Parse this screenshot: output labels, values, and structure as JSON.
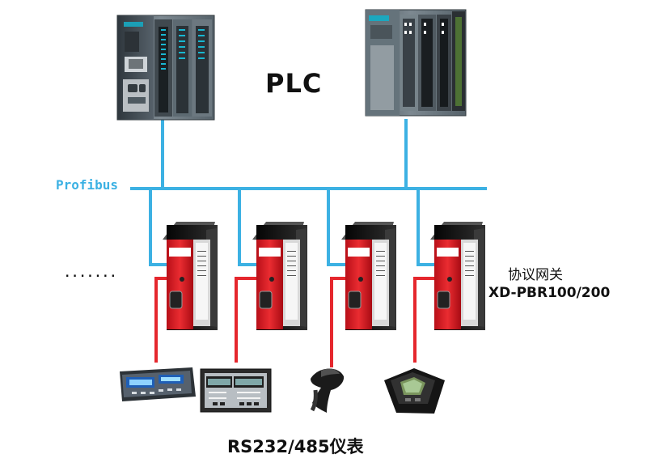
{
  "labels": {
    "plc": "PLC",
    "bus": "Profibus",
    "ellipsis": ".......",
    "gateway_title": "协议网关",
    "gateway_model": "XD-PBR100/200",
    "instruments": "RS232/485仪表"
  },
  "colors": {
    "profibus_line": "#3cb1e3",
    "serial_line": "#e5272d",
    "gateway_red": "#e42229",
    "gateway_dark": "#1d1d1d",
    "plc_gray": "#5f6b73"
  },
  "icons": {
    "plc_left": "siemens-s7-300-plc-icon",
    "plc_right": "siemens-s7-400-plc-icon",
    "gateway": "protocol-gateway-icon",
    "device_1": "panel-meter-icon",
    "device_2": "multi-display-controller-icon",
    "device_3": "barcode-scanner-icon",
    "device_4": "lcd-controller-icon"
  }
}
